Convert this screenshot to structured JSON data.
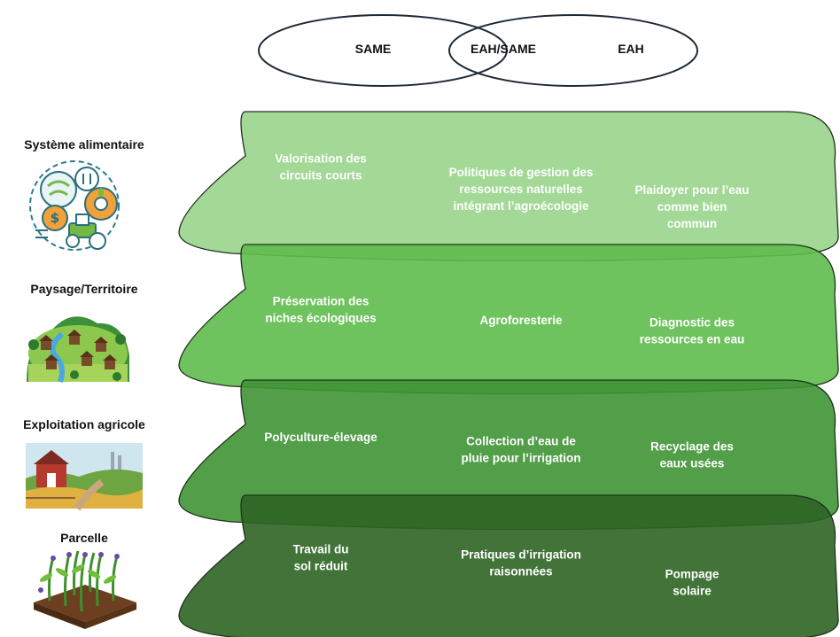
{
  "venn": {
    "left": "SAME",
    "center": "EAH/SAME",
    "right": "EAH"
  },
  "levels": [
    {
      "label": "Système alimentaire",
      "icon": "food-system-icon",
      "color": "#8fd07f",
      "items": [
        [
          "Valorisation des",
          "circuits courts"
        ],
        [
          "Politiques de gestion des",
          "ressources naturelles",
          "intégrant l’agroécologie"
        ],
        [
          "Plaidoyer pour l’eau",
          "comme bien",
          "commun"
        ]
      ]
    },
    {
      "label": "Paysage/Territoire",
      "icon": "landscape-icon",
      "color": "#5fbd4c",
      "items": [
        [
          "Préservation des",
          "niches écologiques"
        ],
        [
          "Agroforesterie"
        ],
        [
          "Diagnostic des",
          "ressources en eau"
        ]
      ]
    },
    {
      "label": "Exploitation agricole",
      "icon": "farm-icon",
      "color": "#3f9335",
      "items": [
        [
          "Polyculture-élevage"
        ],
        [
          "Collection d’eau de",
          "pluie pour l’irrigation"
        ],
        [
          "Recyclage des",
          "eaux usées"
        ]
      ]
    },
    {
      "label": "Parcelle",
      "icon": "crop-plot-icon",
      "color": "#2d6424",
      "items": [
        [
          "Travail du",
          "sol réduit"
        ],
        [
          "Pratiques d’irrigation",
          "raisonnées"
        ],
        [
          "Pompage",
          "solaire"
        ]
      ]
    }
  ]
}
